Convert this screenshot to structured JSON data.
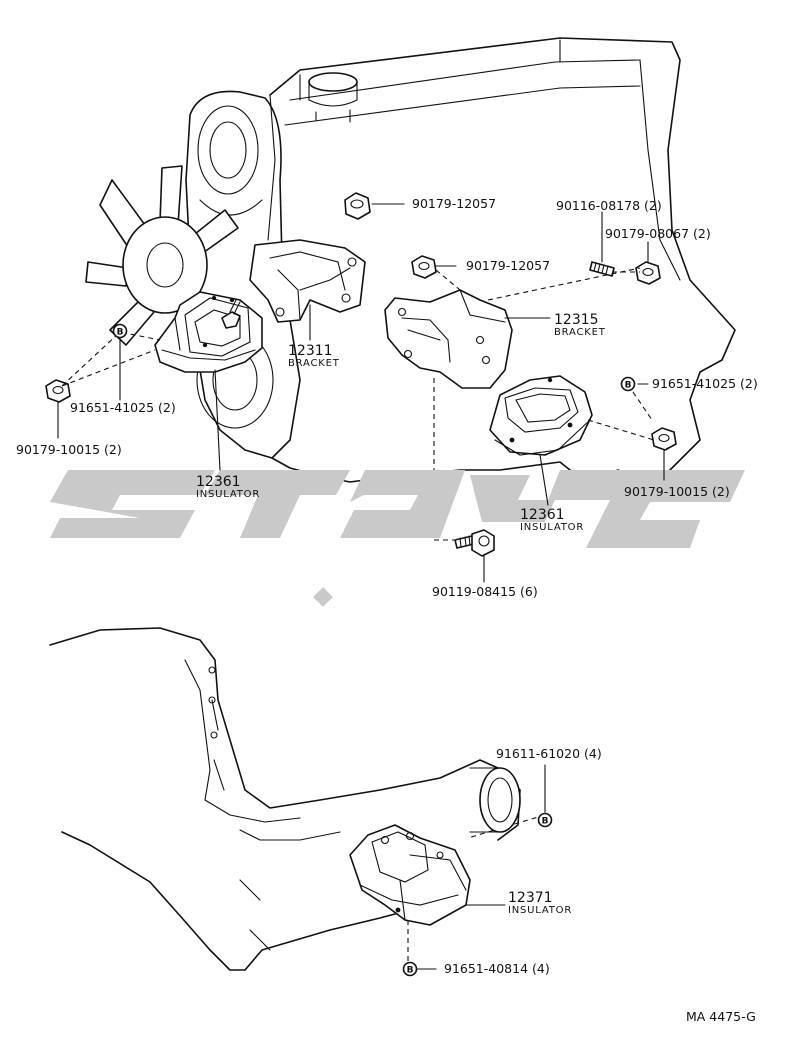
{
  "diagram": {
    "reference": "MA 4475-G",
    "callouts": {
      "nut_top_a": "90179-12057",
      "nut_top_b": "90179-12057",
      "stud_right": "90116-08178 (2)",
      "nut_right": "90179-08067 (2)",
      "bolt_left": "91651-41025 (2)",
      "nut_left": "90179-10015 (2)",
      "bolt_right": "91651-41025 (2)",
      "nut_right_lower": "90179-10015 (2)",
      "bolt_bottom": "90119-08415 (6)",
      "bolt_trans_top": "91611-61020 (4)",
      "bolt_trans_bottom": "91651-40814 (4)"
    },
    "parts": {
      "bracket_left": {
        "number": "12311",
        "name": "BRACKET"
      },
      "bracket_right": {
        "number": "12315",
        "name": "BRACKET"
      },
      "insulator_left": {
        "number": "12361",
        "name": "INSULATOR"
      },
      "insulator_right": {
        "number": "12361",
        "name": "INSULATOR"
      },
      "insulator_rear": {
        "number": "12371",
        "name": "INSULATOR"
      }
    },
    "circle_marker": "B"
  }
}
